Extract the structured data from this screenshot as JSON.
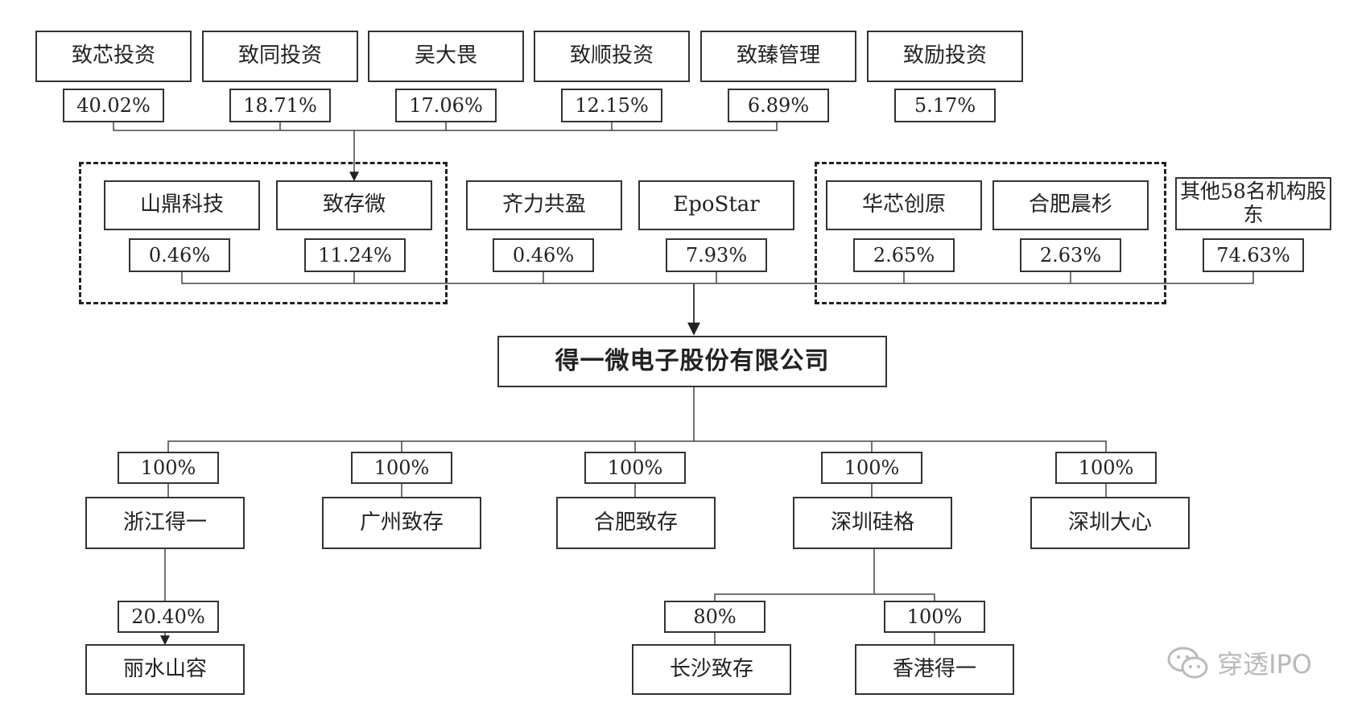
{
  "top_holders": [
    {
      "name": "致芯投资",
      "pct": "40.02%"
    },
    {
      "name": "致同投资",
      "pct": "18.71%"
    },
    {
      "name": "吴大畏",
      "pct": "17.06%"
    },
    {
      "name": "致顺投资",
      "pct": "12.15%"
    },
    {
      "name": "致臻管理",
      "pct": "6.89%"
    },
    {
      "name": "致励投资",
      "pct": "5.17%"
    }
  ],
  "shareholders": [
    {
      "name": "山鼎科技",
      "pct": "0.46%"
    },
    {
      "name": "致存微",
      "pct": "11.24%"
    },
    {
      "name": "齐力共盈",
      "pct": "0.46%"
    },
    {
      "name": "EpoStar",
      "pct": "7.93%"
    },
    {
      "name": "华芯创原",
      "pct": "2.65%"
    },
    {
      "name": "合肥晨杉",
      "pct": "2.63%"
    },
    {
      "name": "其他58名机构股东",
      "pct": "74.63%"
    }
  ],
  "company": {
    "name": "得一微电子股份有限公司"
  },
  "subsidiaries": [
    {
      "name": "浙江得一",
      "pct": "100%"
    },
    {
      "name": "广州致存",
      "pct": "100%"
    },
    {
      "name": "合肥致存",
      "pct": "100%"
    },
    {
      "name": "深圳硅格",
      "pct": "100%"
    },
    {
      "name": "深圳大心",
      "pct": "100%"
    }
  ],
  "sub_subsidiaries": [
    {
      "name": "丽水山容",
      "pct": "20.40%"
    },
    {
      "name": "长沙致存",
      "pct": "80%"
    },
    {
      "name": "香港得一",
      "pct": "100%"
    }
  ],
  "watermark": {
    "text": "穿透IPO",
    "icon": "wechat-icon"
  },
  "colors": {
    "line": "#333333",
    "watermark": "#b9b9b9"
  }
}
